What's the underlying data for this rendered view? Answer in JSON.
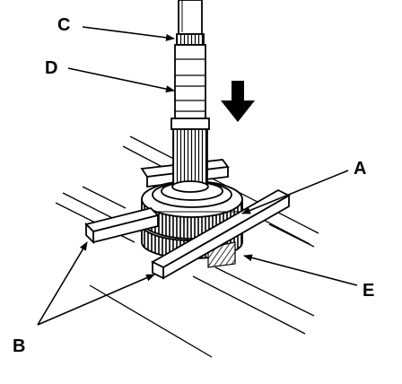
{
  "callouts": {
    "a": "A",
    "b": "B",
    "c": "C",
    "d": "D",
    "e": "E"
  },
  "colors": {
    "ink": "#000000",
    "paper": "#ffffff"
  }
}
